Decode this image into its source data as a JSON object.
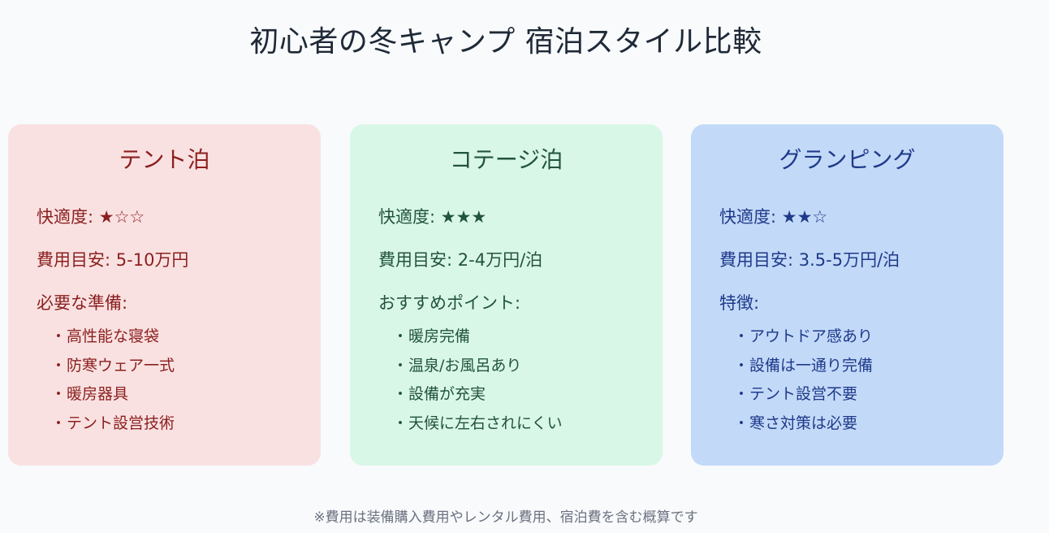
{
  "title": "初心者の冬キャンプ 宿泊スタイル比較",
  "colors": {
    "background": "#f8fafc",
    "tent": {
      "bg": "#fae1e1",
      "text": "#8b1f1f"
    },
    "cottage": {
      "bg": "#d9f7e6",
      "text": "#22543d"
    },
    "glamping": {
      "bg": "#c3d9f8",
      "text": "#1e3a8a"
    }
  },
  "cards": [
    {
      "title": "テント泊",
      "comfort_label": "快適度:",
      "comfort_stars": "★☆☆",
      "comfort_rating": 1,
      "cost_label": "費用目安:",
      "cost_value": "5-10万円",
      "list_heading": "必要な準備:",
      "bullet": "・",
      "items": [
        "高性能な寝袋",
        "防寒ウェア一式",
        "暖房器具",
        "テント設営技術"
      ]
    },
    {
      "title": "コテージ泊",
      "comfort_label": "快適度:",
      "comfort_stars": "★★★",
      "comfort_rating": 3,
      "cost_label": "費用目安:",
      "cost_value": "2-4万円/泊",
      "list_heading": "おすすめポイント:",
      "bullet": "・",
      "items": [
        "暖房完備",
        "温泉/お風呂あり",
        "設備が充実",
        "天候に左右されにくい"
      ]
    },
    {
      "title": "グランピング",
      "comfort_label": "快適度:",
      "comfort_stars": "★★☆",
      "comfort_rating": 2,
      "cost_label": "費用目安:",
      "cost_value": "3.5-5万円/泊",
      "list_heading": "特徴:",
      "bullet": "・",
      "items": [
        "アウトドア感あり",
        "設備は一通り完備",
        "テント設営不要",
        "寒さ対策は必要"
      ]
    }
  ],
  "footnote": "※費用は装備購入費用やレンタル費用、宿泊費を含む概算です"
}
